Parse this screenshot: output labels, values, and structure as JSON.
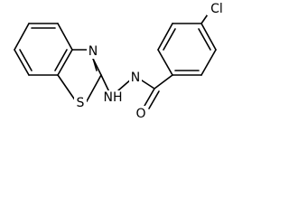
{
  "molecule": {
    "atoms": {
      "sulfur": "S",
      "ring_nitrogen": "N",
      "hydrazide_nh": "NH",
      "amide_nitrogen": "N",
      "chlorine": "Cl",
      "carbonyl_oxygen": "O"
    }
  }
}
